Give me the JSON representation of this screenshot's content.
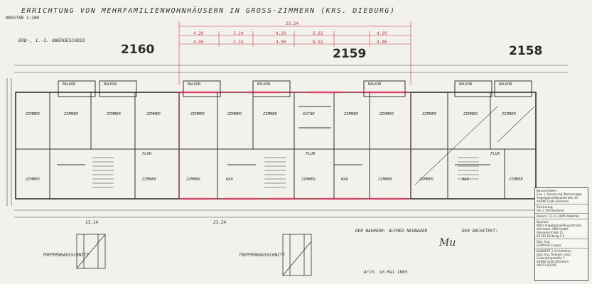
{
  "header": {
    "title": "ERRICHTUNG VON MEHRFAMILIENWOHNHÄUSERN IN GROSS-ZIMMERN (KRS. DIEBURG)",
    "scale": "MASSTAB 1:100",
    "floor": "ERD-, 1.-3. OBERGESCHOSS"
  },
  "houses": [
    "2160",
    "2159",
    "2158"
  ],
  "dimensions": {
    "total": "23.24",
    "segments": [
      "4.20",
      "3.24",
      "4.20",
      "6.92",
      "4.20"
    ],
    "inner": [
      "4.00",
      "3.24",
      "4.00",
      "6.92",
      "4.00"
    ]
  },
  "rooms": {
    "zimmer": "ZIMMER",
    "balkon": "BALKON",
    "kueche": "KÜCHE",
    "bad": "BAD",
    "flur": "FLUR"
  },
  "captions": {
    "left_stair": "TREPPENHAUSSCHNITT",
    "right_stair": "TREPPENHAUSSCHNITT",
    "dim_bottom": "23.24",
    "dim_bottom_left": "13.14",
    "note": "DER BAUHERR: ALFRED NEUBAUER",
    "note2": "DER ARCHITEKT:",
    "place": "Arch. im Mai 1965"
  },
  "stamp": {
    "lines": [
      "Bauvorhaben:",
      "Erw. + Sanierung Wohnanlage",
      "Angelgasse/Hauptstraße 15",
      "64846 Groß-Zimmern",
      "Zeichnung:",
      "DG 1:100 Bestand",
      "Datum: 12.11.2005  Maßstab",
      "Bauherr:",
      "WBU Angelgasse/Hauptstraße",
      "Vertreten: IBM GmbH",
      "Steubenstraße 11",
      "64743 Dieburg 1-4",
      "Dipl.-Ing.",
      "Gottfried Caspar",
      "KONZEPT 2 Architekten",
      "Dipl.-Ing. Rüdiger Lortz",
      "Gutenbergstraße 1",
      "64846 Groß-Zimmern",
      "06071/43385"
    ]
  }
}
